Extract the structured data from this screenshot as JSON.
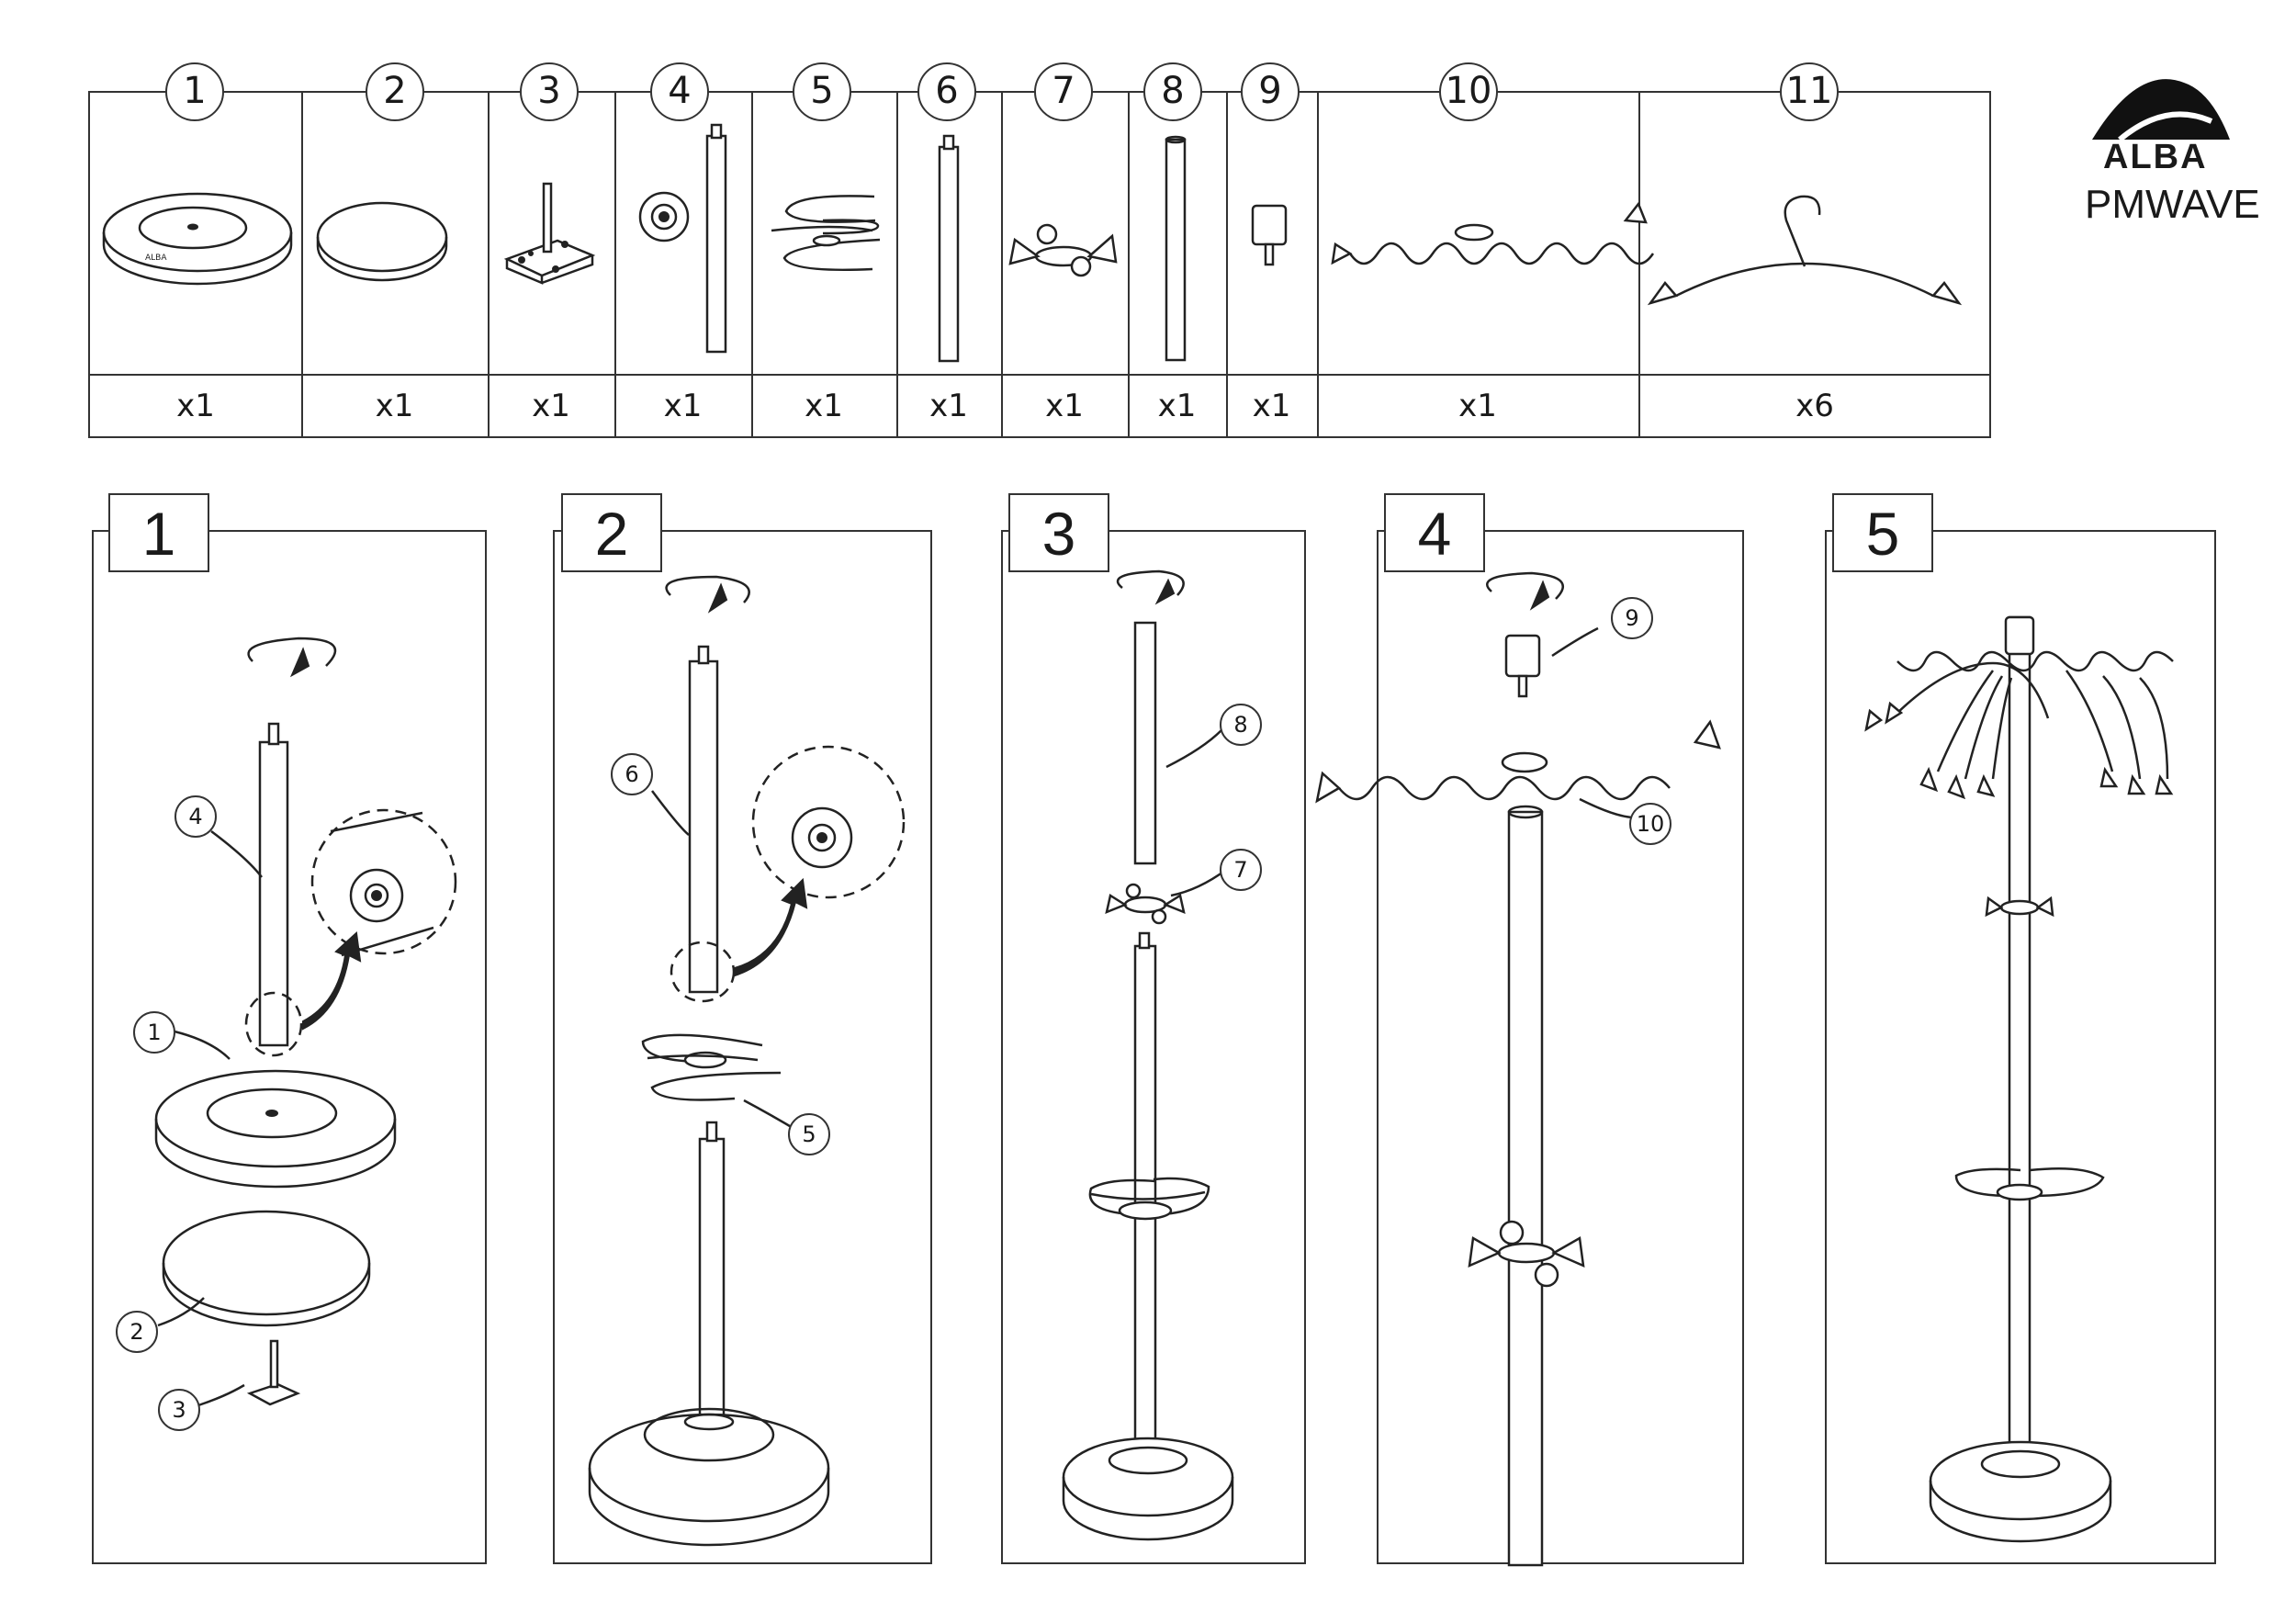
{
  "brand": {
    "name": "ALBA",
    "model": "PMWAVE"
  },
  "parts": [
    {
      "number": "1",
      "qty": "x1"
    },
    {
      "number": "2",
      "qty": "x1"
    },
    {
      "number": "3",
      "qty": "x1"
    },
    {
      "number": "4",
      "qty": "x1"
    },
    {
      "number": "5",
      "qty": "x1"
    },
    {
      "number": "6",
      "qty": "x1"
    },
    {
      "number": "7",
      "qty": "x1"
    },
    {
      "number": "8",
      "qty": "x1"
    },
    {
      "number": "9",
      "qty": "x1"
    },
    {
      "number": "10",
      "qty": "x1"
    },
    {
      "number": "11",
      "qty": "x6"
    }
  ],
  "steps": [
    {
      "number": "1",
      "callouts": [
        "4",
        "1",
        "2",
        "3"
      ]
    },
    {
      "number": "2",
      "callouts": [
        "6",
        "5"
      ]
    },
    {
      "number": "3",
      "callouts": [
        "8",
        "7"
      ]
    },
    {
      "number": "4",
      "callouts": [
        "9",
        "10"
      ]
    },
    {
      "number": "5",
      "callouts": []
    }
  ]
}
